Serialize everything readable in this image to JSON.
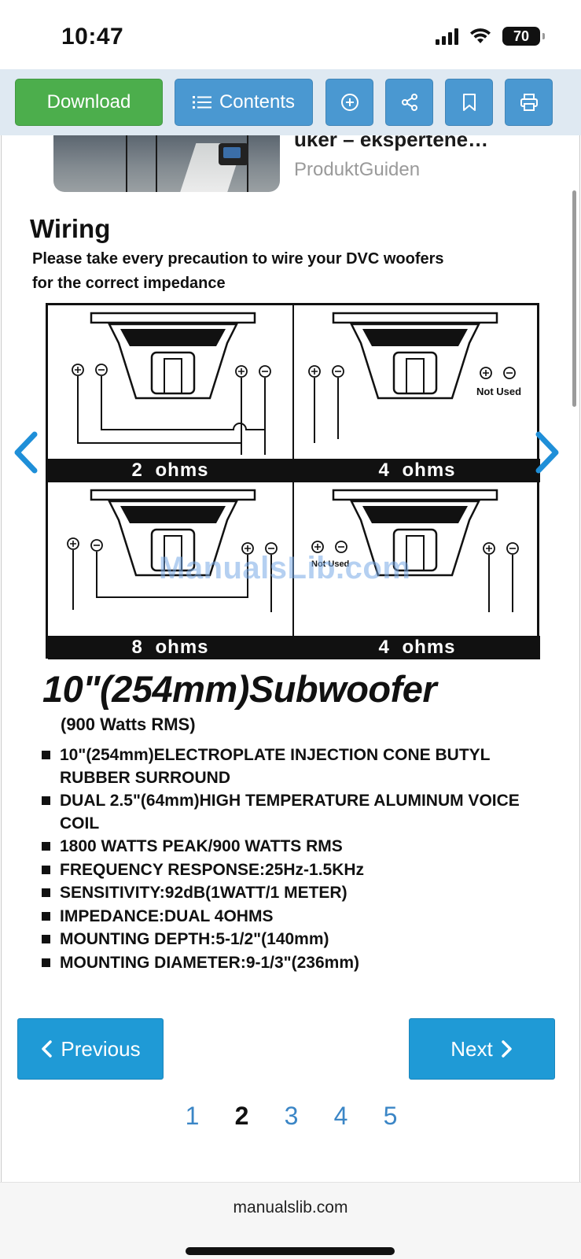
{
  "status_bar": {
    "time": "10:47",
    "battery": "70"
  },
  "toolbar": {
    "download_label": "Download",
    "contents_label": "Contents",
    "icons": [
      "zoom-in-icon",
      "share-icon",
      "bookmark-icon",
      "print-icon"
    ]
  },
  "ad": {
    "title": "uker – ekspertene…",
    "source": "ProduktGuiden"
  },
  "manual": {
    "wiring_title": "Wiring",
    "wiring_subtitle_line1": "Please take every precaution to wire your DVC woofers",
    "wiring_subtitle_line2": "for the correct impedance",
    "diagrams": [
      {
        "label": "2  ohms"
      },
      {
        "label": "4  ohms",
        "note": "Not Used"
      },
      {
        "label": "8  ohms"
      },
      {
        "label": "4  ohms",
        "note": "Not Used"
      }
    ],
    "watermark": "ManualsLib.com",
    "product_title": "10\"(254mm)Subwoofer",
    "product_rms": "(900 Watts RMS)",
    "specs": [
      "10\"(254mm)ELECTROPLATE INJECTION CONE BUTYL RUBBER SURROUND",
      "DUAL 2.5\"(64mm)HIGH TEMPERATURE ALUMINUM VOICE COIL",
      "1800 WATTS PEAK/900 WATTS RMS",
      "FREQUENCY RESPONSE:25Hz-1.5KHz",
      "SENSITIVITY:92dB(1WATT/1 METER)",
      "IMPEDANCE:DUAL 4OHMS",
      "MOUNTING DEPTH:5-1/2\"(140mm)",
      "MOUNTING DIAMETER:9-1/3\"(236mm)"
    ]
  },
  "pager": {
    "previous_label": "Previous",
    "next_label": "Next",
    "pages": [
      "1",
      "2",
      "3",
      "4",
      "5"
    ],
    "current_page": "2"
  },
  "browser": {
    "url": "manualslib.com"
  },
  "colors": {
    "download_green": "#4cae4c",
    "toolbar_blue": "#4a98d1",
    "pager_blue": "#1f9ad6",
    "link_blue": "#3b86c6"
  }
}
